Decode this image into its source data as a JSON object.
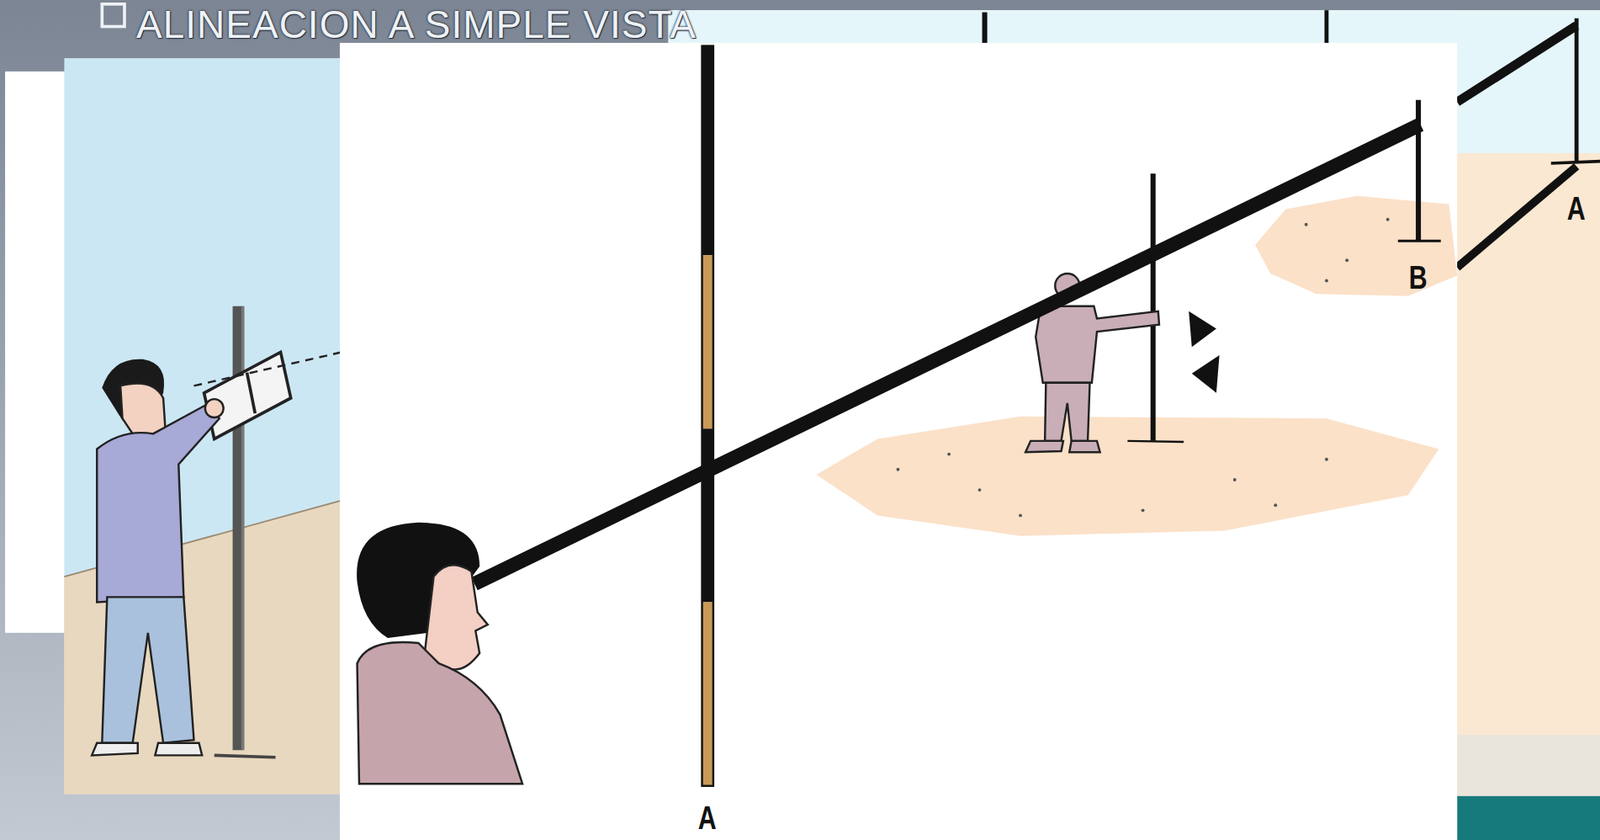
{
  "diagram": {
    "title": "ALINEACION A SIMPLE VISTA",
    "labels": [
      "A",
      "B",
      "A"
    ]
  }
}
